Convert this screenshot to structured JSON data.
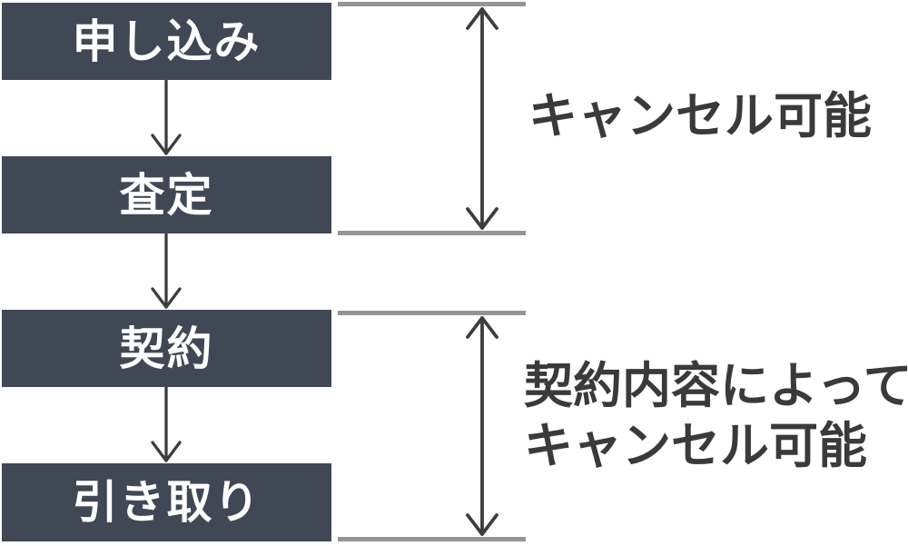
{
  "flow": {
    "steps": [
      {
        "label": "申し込み"
      },
      {
        "label": "査定"
      },
      {
        "label": "契約"
      },
      {
        "label": "引き取り"
      }
    ]
  },
  "annotations": [
    {
      "lines": [
        "キャンセル可能"
      ]
    },
    {
      "lines": [
        "契約内容によって",
        "キャンセル可能"
      ]
    }
  ],
  "colors": {
    "box_bg": "#404855",
    "box_text": "#ffffff",
    "label_text": "#3a3a3a",
    "bracket_line": "#959595",
    "arrow": "#3d3d3d"
  }
}
